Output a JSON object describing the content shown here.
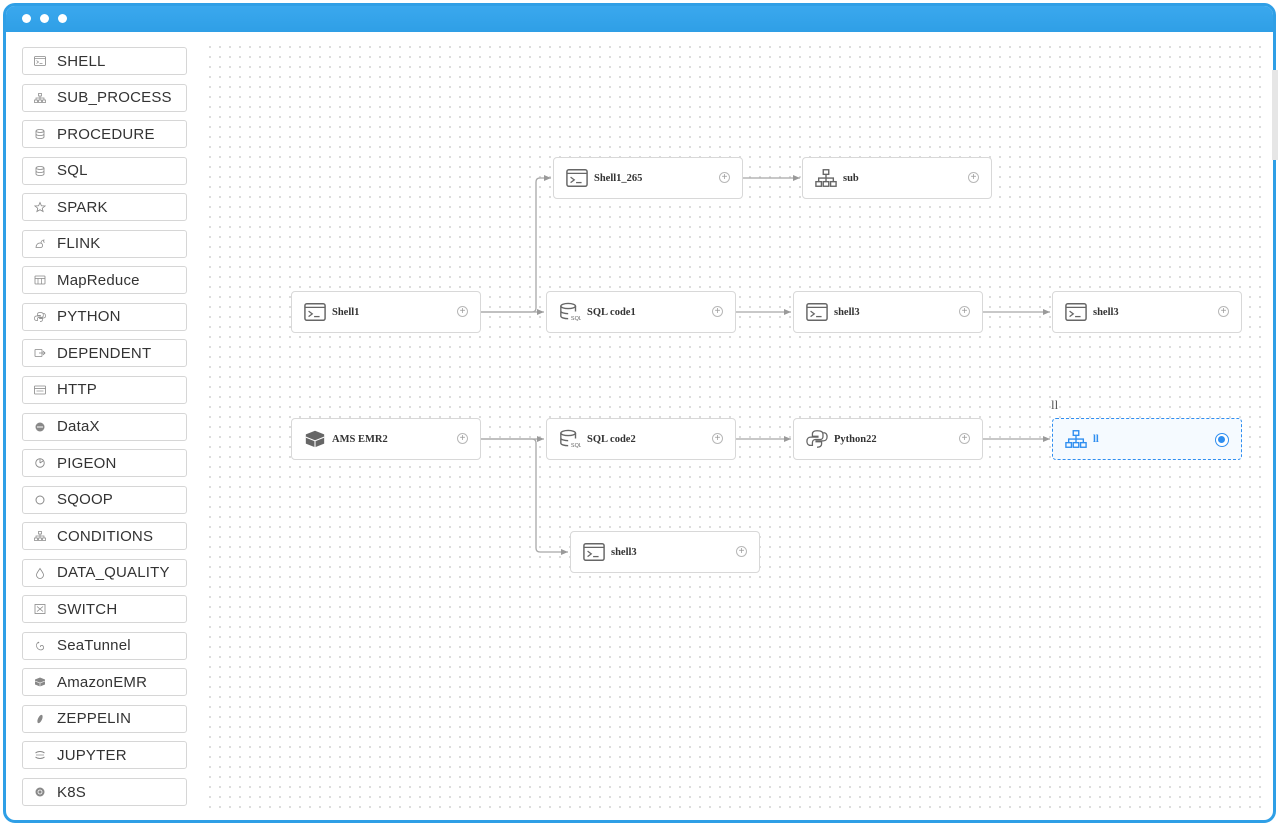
{
  "window": {
    "colors": {
      "frame": "#2f9fe6",
      "accent": "#2f8ef0"
    }
  },
  "toolbox": {
    "items": [
      {
        "label": "SHELL",
        "icon": "terminal-icon"
      },
      {
        "label": "SUB_PROCESS",
        "icon": "hierarchy-icon"
      },
      {
        "label": "PROCEDURE",
        "icon": "database-icon"
      },
      {
        "label": "SQL",
        "icon": "database-icon"
      },
      {
        "label": "SPARK",
        "icon": "star-icon"
      },
      {
        "label": "FLINK",
        "icon": "squirrel-icon"
      },
      {
        "label": "MapReduce",
        "icon": "grid-icon"
      },
      {
        "label": "PYTHON",
        "icon": "python-icon"
      },
      {
        "label": "DEPENDENT",
        "icon": "dependency-icon"
      },
      {
        "label": "HTTP",
        "icon": "browser-icon"
      },
      {
        "label": "DataX",
        "icon": "minus-circle-icon"
      },
      {
        "label": "PIGEON",
        "icon": "pigeon-icon"
      },
      {
        "label": "SQOOP",
        "icon": "circle-icon"
      },
      {
        "label": "CONDITIONS",
        "icon": "hierarchy-icon"
      },
      {
        "label": "DATA_QUALITY",
        "icon": "drop-icon"
      },
      {
        "label": "SWITCH",
        "icon": "switch-icon"
      },
      {
        "label": "SeaTunnel",
        "icon": "seatunnel-icon"
      },
      {
        "label": "AmazonEMR",
        "icon": "emr-icon"
      },
      {
        "label": "ZEPPELIN",
        "icon": "zeppelin-icon"
      },
      {
        "label": "JUPYTER",
        "icon": "jupyter-icon"
      },
      {
        "label": "K8S",
        "icon": "k8s-icon"
      }
    ]
  },
  "workflow": {
    "nodes": [
      {
        "id": "shell1_265",
        "label": "Shell1_265",
        "icon": "terminal-icon"
      },
      {
        "id": "sub",
        "label": "sub",
        "icon": "hierarchy-icon"
      },
      {
        "id": "shell1",
        "label": "Shell1",
        "icon": "terminal-icon"
      },
      {
        "id": "sqlcode1",
        "label": "SQL code1",
        "icon": "sql-icon"
      },
      {
        "id": "shell3a",
        "label": "shell3",
        "icon": "terminal-icon"
      },
      {
        "id": "shell3b",
        "label": "shell3",
        "icon": "terminal-icon"
      },
      {
        "id": "amsemr2",
        "label": "AMS EMR2",
        "icon": "emr-icon"
      },
      {
        "id": "sqlcode2",
        "label": "SQL code2",
        "icon": "sql-icon"
      },
      {
        "id": "python22",
        "label": "Python22",
        "icon": "python-icon"
      },
      {
        "id": "ll",
        "label": "ll",
        "icon": "hierarchy-icon",
        "selected": true
      },
      {
        "id": "shell3c",
        "label": "shell3",
        "icon": "terminal-icon"
      }
    ],
    "selected_tag": "ll",
    "plus_symbol": "+"
  }
}
